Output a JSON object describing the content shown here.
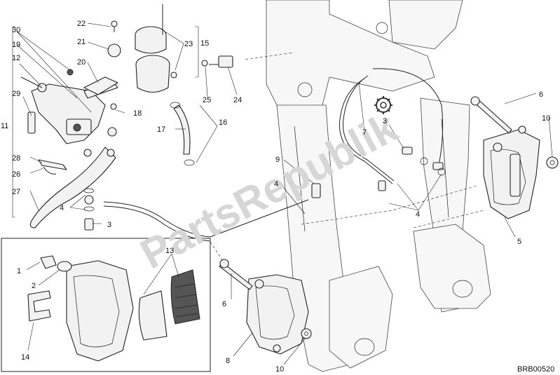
{
  "watermark_text": "PartsRepublik",
  "diagram_code": "BRB00520",
  "callouts": [
    {
      "text": "1"
    },
    {
      "text": "2"
    },
    {
      "text": "3"
    },
    {
      "text": "3"
    },
    {
      "text": "4"
    },
    {
      "text": "4"
    },
    {
      "text": "4"
    },
    {
      "text": "5"
    },
    {
      "text": "6"
    },
    {
      "text": "6"
    },
    {
      "text": "7"
    },
    {
      "text": "8"
    },
    {
      "text": "9"
    },
    {
      "text": "10"
    },
    {
      "text": "10"
    },
    {
      "text": "11"
    },
    {
      "text": "12"
    },
    {
      "text": "13"
    },
    {
      "text": "14"
    },
    {
      "text": "15"
    },
    {
      "text": "16"
    },
    {
      "text": "17"
    },
    {
      "text": "18"
    },
    {
      "text": "19"
    },
    {
      "text": "20"
    },
    {
      "text": "21"
    },
    {
      "text": "22"
    },
    {
      "text": "23"
    },
    {
      "text": "24"
    },
    {
      "text": "25"
    },
    {
      "text": "26"
    },
    {
      "text": "27"
    },
    {
      "text": "28"
    },
    {
      "text": "29"
    },
    {
      "text": "30"
    }
  ]
}
